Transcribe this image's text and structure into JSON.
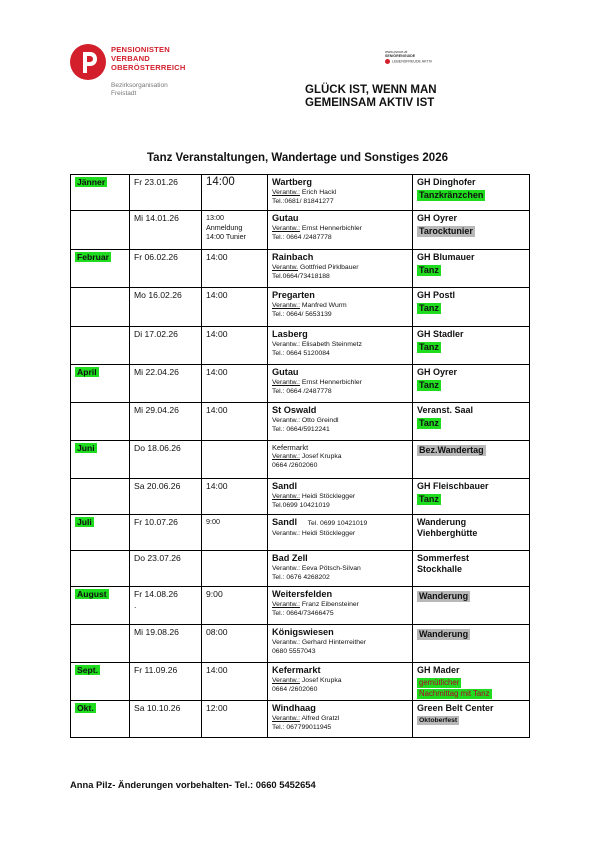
{
  "header": {
    "logo_lines": [
      "PENSIONISTEN",
      "VERBAND",
      "OBERÖSTERREICH"
    ],
    "logo_sub": [
      "Bezirksorganisation",
      "Freistadt"
    ],
    "partner_lines": [
      "www.pvooe.at",
      "SENIORENGUIDE",
      "LEBENSFREUDE AKTIV"
    ],
    "slogan_lines": [
      "GLÜCK IST, WENN MAN",
      "GEMEINSAM AKTIV IST"
    ],
    "brand_color": "#d21f2b"
  },
  "title": "Tanz Veranstaltungen, Wandertage und Sonstiges 2026",
  "rows": [
    {
      "month": "Jänner",
      "date": "Fr 23.01.26",
      "time": "14:00",
      "time_style": "big",
      "place": "Wartberg",
      "org_prefix": "Verantw.:",
      "org_name": " Erich Hackl",
      "tel": "Tel.:0681/ 81841277",
      "loc": "GH Dinghofer",
      "tag": "Tanzkränzchen",
      "tag_color": "green"
    },
    {
      "month": "",
      "date": "Mi 14.01.26",
      "time_lines": [
        "13:00",
        "Anmeldung",
        "14:00 Tunier"
      ],
      "place": "Gutau",
      "org_prefix": "Verantw.:",
      "org_name": " Ernst Hennerbichler",
      "tel": "Tel.: 0664 /2487778",
      "loc": "GH Oyrer",
      "tag": "Tarocktunier",
      "tag_color": "gray"
    },
    {
      "month": "Februar",
      "date": "Fr 06.02.26",
      "time": "14:00",
      "place": "Rainbach",
      "org_prefix": "Verantw.",
      "org_name": " Gottfried Pirklbauer",
      "tel": "Tel.0664/73418188",
      "loc": "GH Blumauer",
      "tag": "Tanz",
      "tag_color": "green"
    },
    {
      "month": "",
      "date": "Mo 16.02.26",
      "time": "14:00",
      "place": "Pregarten",
      "org_prefix": "Verantw.:",
      "org_name": " Manfred Wurm",
      "tel": "Tel.: 0664/ 5653139",
      "loc": "GH Postl",
      "tag": "Tanz",
      "tag_color": "green"
    },
    {
      "month": "",
      "date": "Di 17.02.26",
      "time": "14:00",
      "place": "Lasberg",
      "org_prefix": "",
      "org_name": "Verantw.: Elisabeth Steinmetz",
      "tel": "Tel.: 0664 5120084",
      "loc": "GH Stadler",
      "tag": "Tanz",
      "tag_color": "green"
    },
    {
      "month": "April",
      "date": "Mi 22.04.26",
      "time": "14:00",
      "place": "Gutau",
      "org_prefix": "Verantw.:",
      "org_name": " Ernst Hennerbichler",
      "tel": "Tel.: 0664 /2487778",
      "loc": "GH Oyrer",
      "tag": "Tanz",
      "tag_color": "green"
    },
    {
      "month": "",
      "date": "Mi 29.04.26",
      "time": "14:00",
      "place": "St Oswald",
      "org_prefix": "",
      "org_name": "Verantw.: Otto Greindl",
      "tel": "Tel.: 0664/5912241",
      "loc": "Veranst. Saal",
      "tag": "Tanz",
      "tag_color": "green"
    },
    {
      "month": "Juni",
      "date": "Do 18.06.26",
      "time": "",
      "place_plain": "Kefermarkt",
      "org_prefix": "Verantw.:",
      "org_name": " Josef Krupka",
      "tel": "0664 /2602060",
      "loc": "",
      "tag": "Bez.Wandertag",
      "tag_color": "gray"
    },
    {
      "month": "",
      "date": "Sa 20.06.26",
      "time": "14:00",
      "place": "Sandl",
      "org_prefix": "Verantw.:",
      "org_name": " Heidi Stöcklegger",
      "tel": "Tel.0699 10421019",
      "loc": "GH Fleischbauer",
      "tag": "Tanz",
      "tag_color": "green"
    },
    {
      "month": "Juli",
      "date": "Fr 10.07.26",
      "time_lines": [
        "9:00"
      ],
      "place": "Sandl",
      "place_extra": "Tel. 0699 10421019",
      "org_prefix": "",
      "org_name": "Verantw.: Heidi Stöcklegger",
      "tel": "",
      "loc": "Wanderung",
      "loc2": "Viehberghütte",
      "tag": "",
      "tag_color": ""
    },
    {
      "month": "",
      "date": "Do 23.07.26",
      "time": "",
      "place": "Bad Zell",
      "org_prefix": "",
      "org_name": "Verantw.: Eeva Pötsch-Silvan",
      "tel": "Tel.: 0676 4268202",
      "loc": "Sommerfest",
      "loc2": "Stockhalle",
      "tag": "",
      "tag_color": ""
    },
    {
      "month": "August",
      "date": "Fr 14.08.26",
      "date2": ".",
      "time": "9:00",
      "place": "Weitersfelden",
      "org_prefix": "Verantw.:",
      "org_name": " Franz Eibensteiner",
      "tel": "Tel.: 0664/73466475",
      "loc": "",
      "tag": "Wanderung",
      "tag_color": "gray"
    },
    {
      "month": "",
      "date": "Mi 19.08.26",
      "time": "08:00",
      "place": "Königswiesen",
      "org_prefix": "",
      "org_name": "Verantw.: Gerhard Hinterreither",
      "tel": "0680 5557043",
      "loc": "",
      "tag": "Wanderung",
      "tag_color": "gray"
    },
    {
      "month": "Sept.",
      "date": "Fr 11.09.26",
      "time": "14:00",
      "place": "Kefermarkt",
      "org_prefix": "Verantw.:",
      "org_name": " Josef Krupka",
      "tel": "0664 /2602060",
      "loc": "GH Mader",
      "tag2_lines": [
        "gemütlicher",
        "Nachmittag mit Tanz"
      ],
      "tag_color": "green"
    },
    {
      "month": "Okt.",
      "date": "Sa 10.10.26",
      "time": "12:00",
      "place": "Windhaag",
      "org_prefix": "Verantw.:",
      "org_name": " Alfred Gratzl",
      "tel": "Tel.: 067799011945",
      "loc": "Green Belt Center",
      "tag": "Oktoberfest",
      "tag_color": "gray"
    }
  ],
  "footer": "Anna Pilz- Änderungen vorbehalten- Tel.: 0660 5452654",
  "colors": {
    "highlight_green": "#1fdc1f",
    "highlight_gray": "#b8b8b8"
  }
}
